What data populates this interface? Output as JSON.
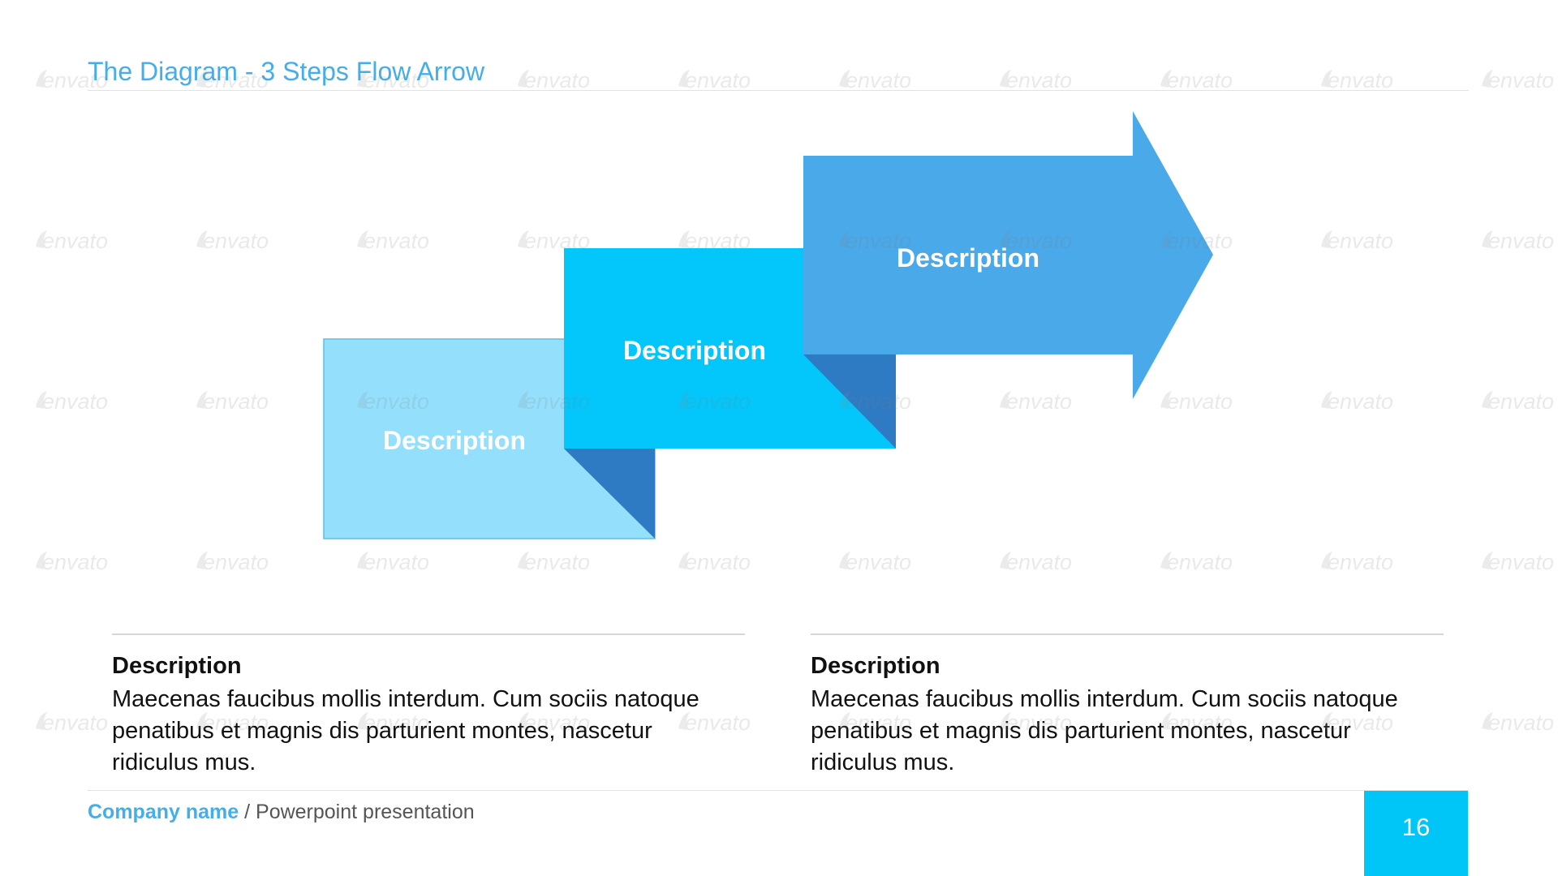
{
  "slide": {
    "title": "The Diagram - 3 Steps Flow Arrow"
  },
  "diagram": {
    "steps": [
      {
        "label": "Description",
        "color": "#94e0fc"
      },
      {
        "label": "Description",
        "color": "#03c6fa"
      },
      {
        "label": "Description",
        "color": "#49a9e9"
      }
    ],
    "fold_color": "#2e7bc4",
    "label_color": "#ffffff"
  },
  "descriptions": [
    {
      "heading": "Description",
      "text": "Maecenas faucibus mollis interdum. Cum sociis natoque penatibus et magnis dis parturient montes, nascetur ridiculus mus."
    },
    {
      "heading": "Description",
      "text": "Maecenas faucibus mollis interdum. Cum sociis natoque penatibus et magnis dis parturient montes, nascetur ridiculus mus."
    }
  ],
  "footer": {
    "company": "Company name",
    "separator": " / ",
    "presentation": "Powerpoint presentation",
    "page_number": "16"
  },
  "watermark": {
    "text": "envato"
  },
  "colors": {
    "accent": "#45aee8",
    "page_box": "#00c5f7"
  }
}
